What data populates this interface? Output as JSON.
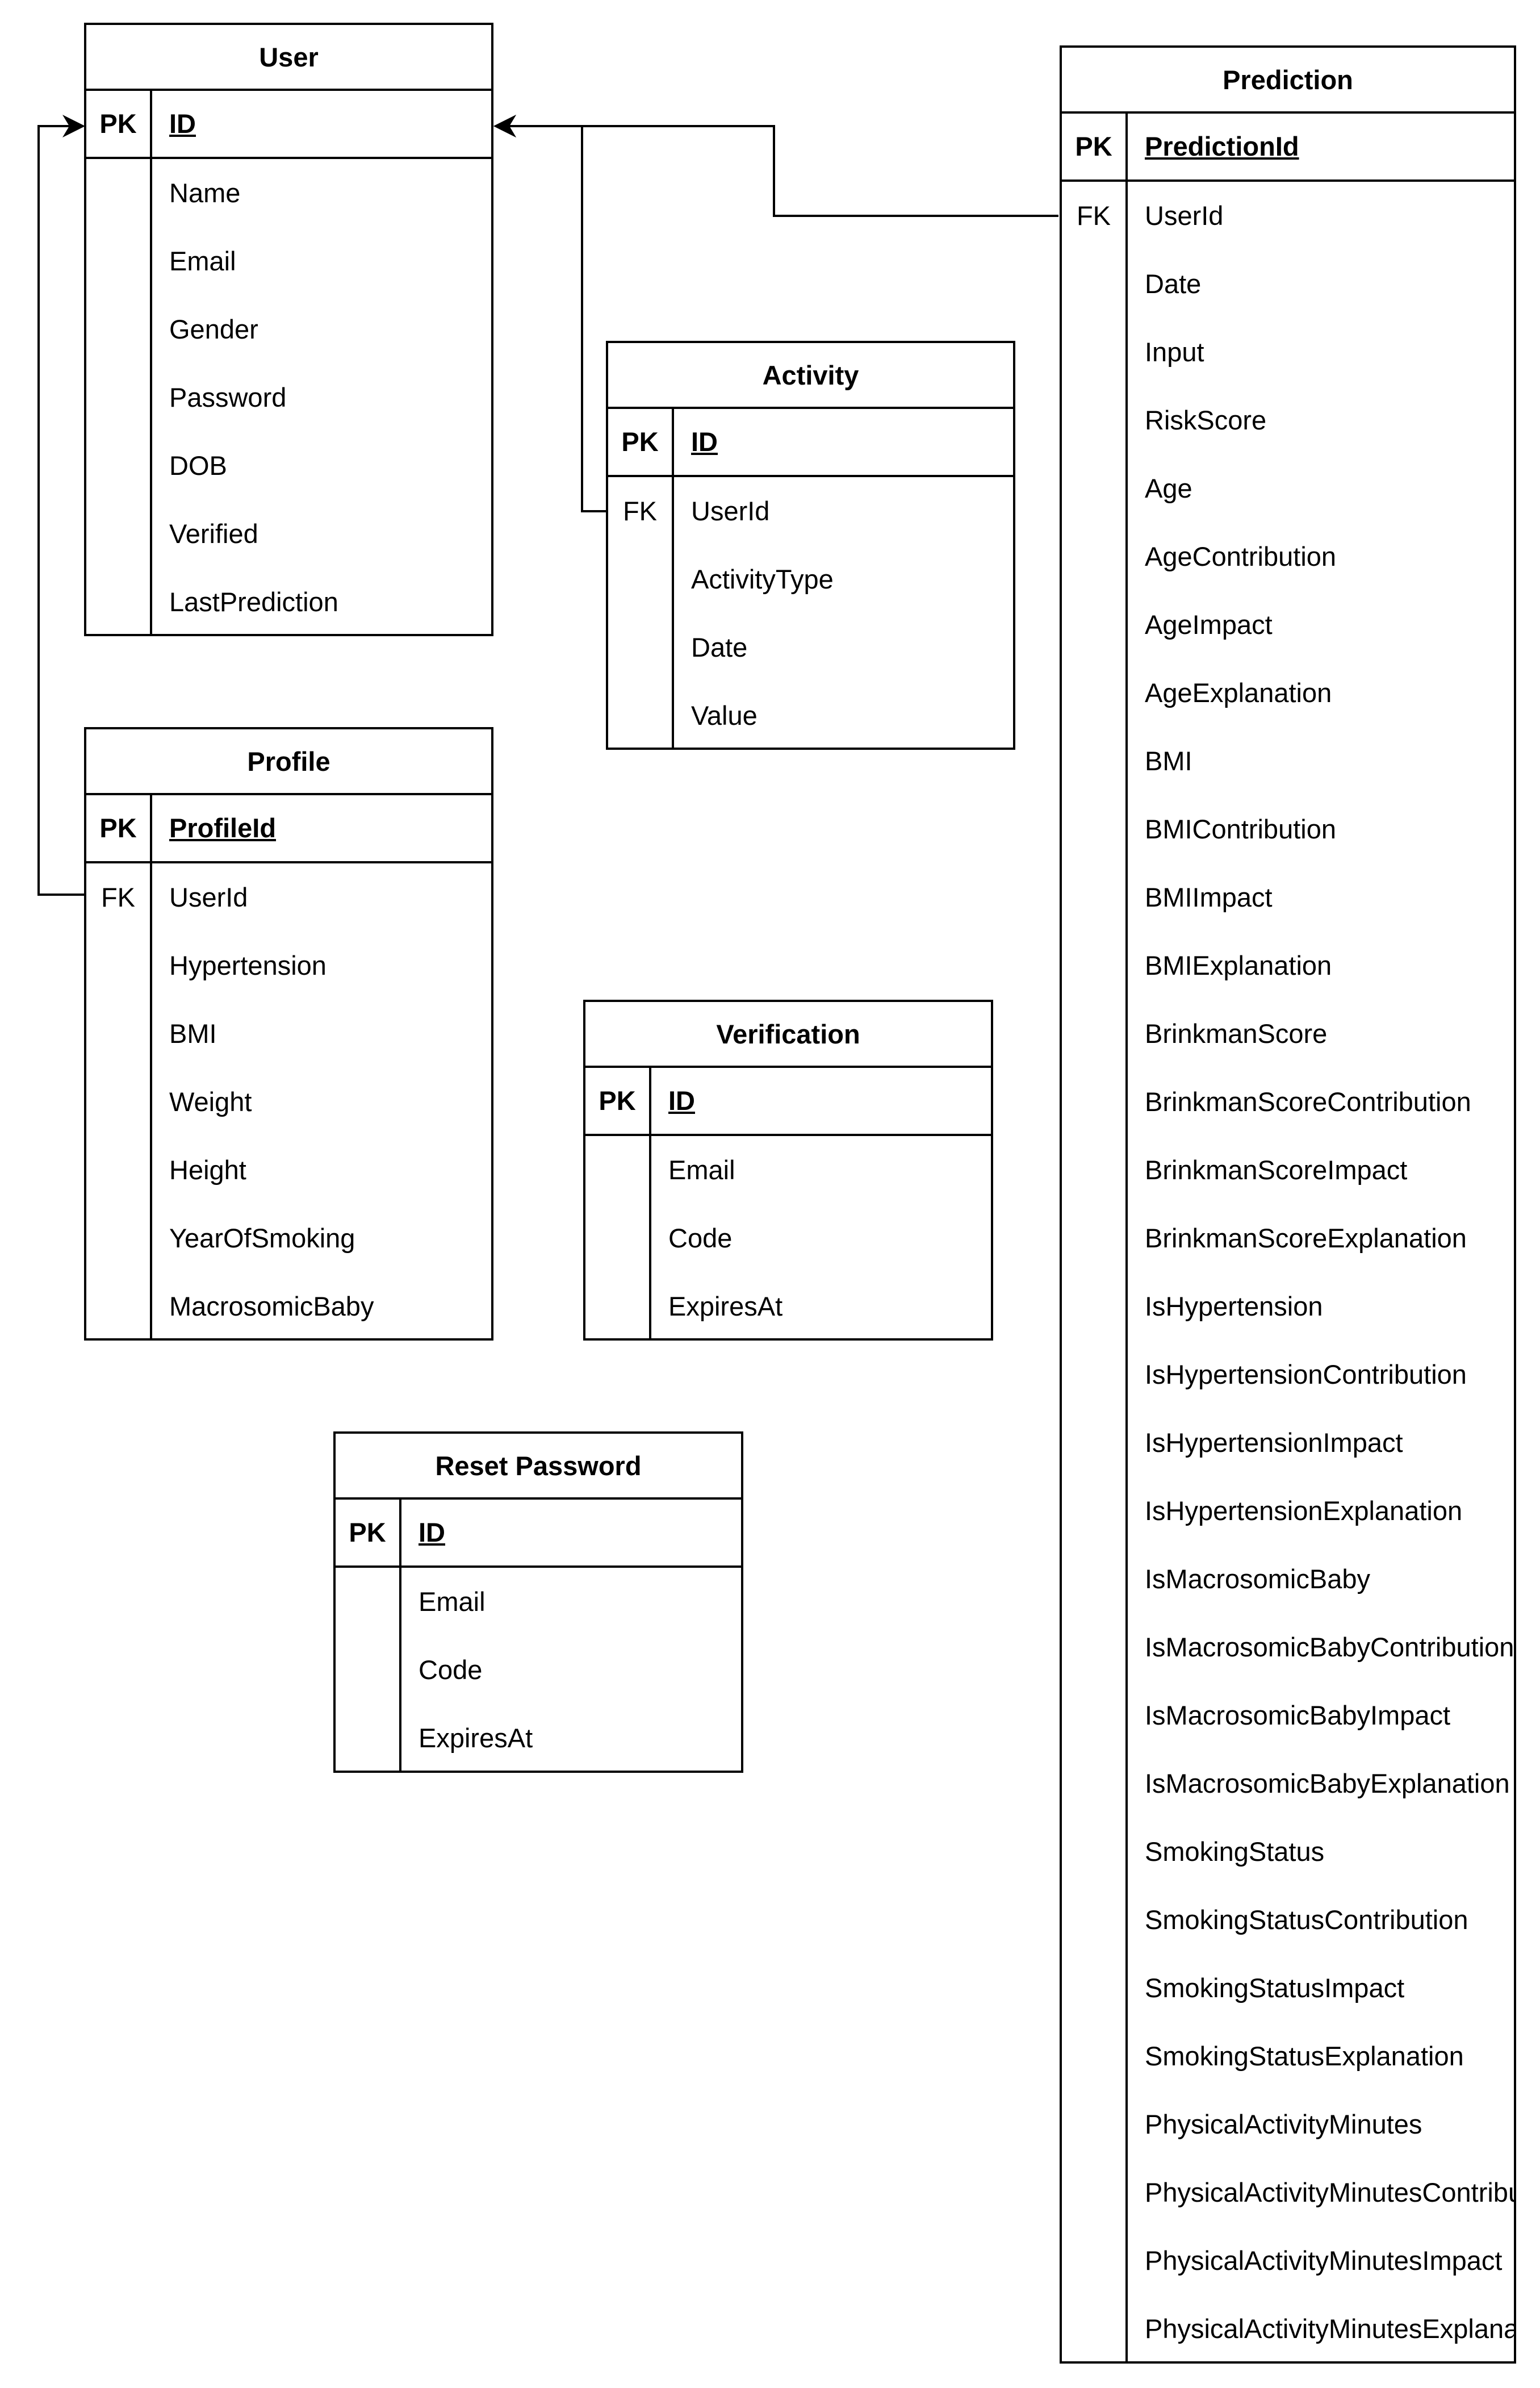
{
  "entities": {
    "user": {
      "title": "User",
      "pk_label": "PK",
      "pk_field": "ID",
      "fields": [
        {
          "key": "",
          "name": "Name"
        },
        {
          "key": "",
          "name": "Email"
        },
        {
          "key": "",
          "name": "Gender"
        },
        {
          "key": "",
          "name": "Password"
        },
        {
          "key": "",
          "name": "DOB"
        },
        {
          "key": "",
          "name": "Verified"
        },
        {
          "key": "",
          "name": "LastPrediction"
        }
      ]
    },
    "activity": {
      "title": "Activity",
      "pk_label": "PK",
      "pk_field": "ID",
      "fields": [
        {
          "key": "FK",
          "name": "UserId"
        },
        {
          "key": "",
          "name": "ActivityType"
        },
        {
          "key": "",
          "name": "Date"
        },
        {
          "key": "",
          "name": "Value"
        }
      ]
    },
    "profile": {
      "title": "Profile",
      "pk_label": "PK",
      "pk_field": "ProfileId",
      "fields": [
        {
          "key": "FK",
          "name": "UserId"
        },
        {
          "key": "",
          "name": "Hypertension"
        },
        {
          "key": "",
          "name": "BMI"
        },
        {
          "key": "",
          "name": "Weight"
        },
        {
          "key": "",
          "name": "Height"
        },
        {
          "key": "",
          "name": "YearOfSmoking"
        },
        {
          "key": "",
          "name": "MacrosomicBaby"
        }
      ]
    },
    "verification": {
      "title": "Verification",
      "pk_label": "PK",
      "pk_field": "ID",
      "fields": [
        {
          "key": "",
          "name": "Email"
        },
        {
          "key": "",
          "name": "Code"
        },
        {
          "key": "",
          "name": "ExpiresAt"
        }
      ]
    },
    "reset_password": {
      "title": "Reset Password",
      "pk_label": "PK",
      "pk_field": "ID",
      "fields": [
        {
          "key": "",
          "name": "Email"
        },
        {
          "key": "",
          "name": "Code"
        },
        {
          "key": "",
          "name": "ExpiresAt"
        }
      ]
    },
    "prediction": {
      "title": "Prediction",
      "pk_label": "PK",
      "pk_field": "PredictionId",
      "fields": [
        {
          "key": "FK",
          "name": "UserId"
        },
        {
          "key": "",
          "name": "Date"
        },
        {
          "key": "",
          "name": "Input"
        },
        {
          "key": "",
          "name": "RiskScore"
        },
        {
          "key": "",
          "name": "Age"
        },
        {
          "key": "",
          "name": "AgeContribution"
        },
        {
          "key": "",
          "name": "AgeImpact"
        },
        {
          "key": "",
          "name": "AgeExplanation"
        },
        {
          "key": "",
          "name": "BMI"
        },
        {
          "key": "",
          "name": "BMIContribution"
        },
        {
          "key": "",
          "name": "BMIImpact"
        },
        {
          "key": "",
          "name": "BMIExplanation"
        },
        {
          "key": "",
          "name": "BrinkmanScore"
        },
        {
          "key": "",
          "name": "BrinkmanScoreContribution"
        },
        {
          "key": "",
          "name": "BrinkmanScoreImpact"
        },
        {
          "key": "",
          "name": "BrinkmanScoreExplanation"
        },
        {
          "key": "",
          "name": "IsHypertension"
        },
        {
          "key": "",
          "name": "IsHypertensionContribution"
        },
        {
          "key": "",
          "name": "IsHypertensionImpact"
        },
        {
          "key": "",
          "name": "IsHypertensionExplanation"
        },
        {
          "key": "",
          "name": "IsMacrosomicBaby"
        },
        {
          "key": "",
          "name": "IsMacrosomicBabyContribution"
        },
        {
          "key": "",
          "name": "IsMacrosomicBabyImpact"
        },
        {
          "key": "",
          "name": "IsMacrosomicBabyExplanation"
        },
        {
          "key": "",
          "name": "SmokingStatus"
        },
        {
          "key": "",
          "name": "SmokingStatusContribution"
        },
        {
          "key": "",
          "name": "SmokingStatusImpact"
        },
        {
          "key": "",
          "name": "SmokingStatusExplanation"
        },
        {
          "key": "",
          "name": "PhysicalActivityMinutes"
        },
        {
          "key": "",
          "name": "PhysicalActivityMinutesContribution"
        },
        {
          "key": "",
          "name": "PhysicalActivityMinutesImpact"
        },
        {
          "key": "",
          "name": "PhysicalActivityMinutesExplanation"
        }
      ]
    }
  },
  "relationships": [
    {
      "from": "prediction.UserId",
      "to": "user.ID"
    },
    {
      "from": "activity.UserId",
      "to": "user.ID"
    },
    {
      "from": "profile.UserId",
      "to": "user.ID"
    }
  ]
}
